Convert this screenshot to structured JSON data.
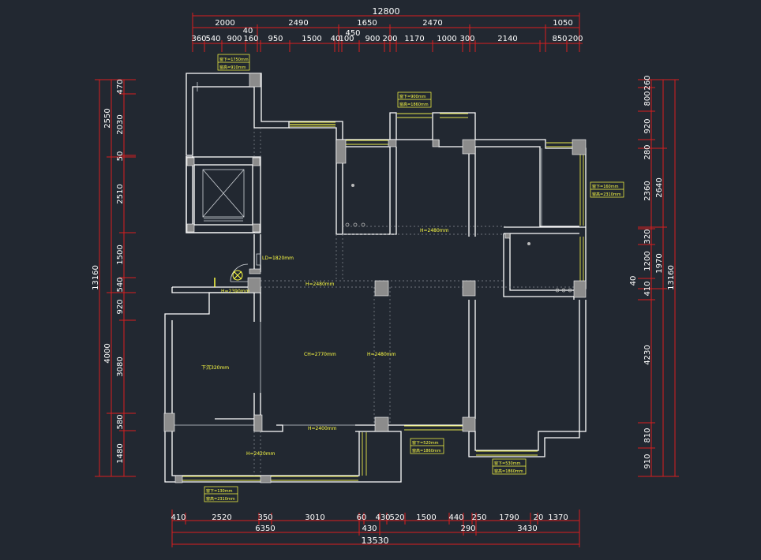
{
  "dimensions": {
    "top_total": "12800",
    "top_row1": [
      "2000",
      "2490",
      "1650",
      "2470",
      "1050"
    ],
    "top_row1_extra": [
      "40",
      "450"
    ],
    "top_row2": [
      "360",
      "540",
      "900",
      "160",
      "950",
      "1500",
      "40",
      "100",
      "900",
      "200",
      "1170",
      "1000",
      "300",
      "2140",
      "850",
      "200"
    ],
    "bottom_row1": [
      "410",
      "2520",
      "350",
      "3010",
      "60",
      "430",
      "520",
      "1500",
      "440",
      "250",
      "1790",
      "20",
      "1370"
    ],
    "bottom_row2": [
      "6350",
      "430",
      "290",
      "3430"
    ],
    "bottom_total": "13530",
    "left_total": "13160",
    "left_inner": [
      "470",
      "2030",
      "50",
      "2510",
      "1500",
      "540",
      "920",
      "3080",
      "580",
      "1480"
    ],
    "left_outer": [
      "2550",
      "4000"
    ],
    "right_total": "13160",
    "right_inner": [
      "260",
      "800",
      "920",
      "280",
      "2360",
      "320",
      "1200",
      "410",
      "4230",
      "810",
      "910"
    ],
    "right_outer": [
      "2640",
      "1970"
    ],
    "right_extra": [
      "40"
    ]
  },
  "annotations": {
    "tag_a": [
      "窗下=1750mm",
      "窗高=910mm"
    ],
    "tag_b": [
      "窗下=900mm",
      "窗高=1860mm"
    ],
    "tag_c": [
      "窗下=160mm",
      "窗高=2310mm"
    ],
    "tag_d": [
      "窗下=520mm",
      "窗高=1860mm"
    ],
    "tag_e": [
      "窗下=530mm",
      "窗高=1860mm"
    ],
    "tag_f": [
      "窗下=130mm",
      "窗高=2310mm"
    ],
    "room_labels": {
      "h2480_a": "H=2480mm",
      "h2480_b": "H=2480mm",
      "h2480_c": "H=2480mm",
      "ld1820": "LD=1820mm",
      "h2390": "H=2390mm",
      "ch2770": "CH=2770mm",
      "sunk320": "下沉320mm",
      "h2400": "H=2400mm",
      "h2420": "H=2420mm"
    }
  },
  "colors": {
    "background": "#222831",
    "dimension": "#d91e1e",
    "wall": "#ffffff",
    "window": "#e8e84a",
    "column": "#8c8c8c",
    "annotation": "#ffff44"
  }
}
